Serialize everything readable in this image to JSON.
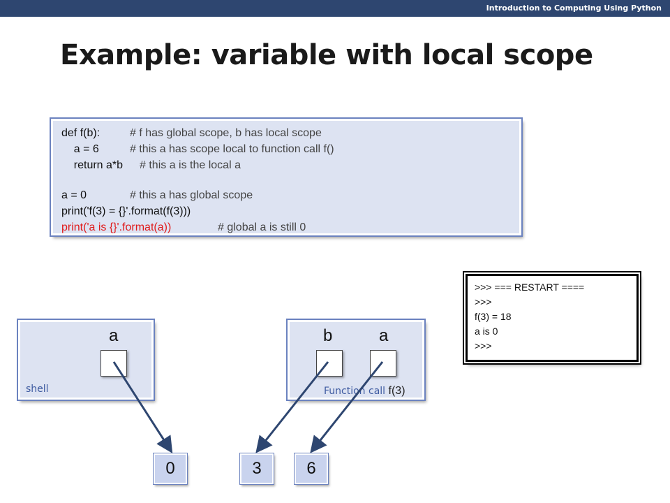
{
  "header": {
    "course": "Introduction to Computing Using Python"
  },
  "slide": {
    "title": "Example: variable with local scope"
  },
  "code": {
    "lines": [
      {
        "code": "def f(b):",
        "comment": "# f has global scope, b has local scope"
      },
      {
        "code": "    a = 6",
        "comment": "# this a has scope local to function call f()"
      },
      {
        "code": "    return a*b",
        "comment": "# this a is the local a"
      },
      {
        "code": "a = 0",
        "comment": "# this a has global scope"
      },
      {
        "code": "print('f(3) = {}'.format(f(3)))"
      },
      {
        "code": "print('a is {}'.format(a))",
        "comment": "# global a is still 0"
      }
    ],
    "highlight_color": "#e01b1b"
  },
  "shell_output": {
    "lines": [
      ">>> === RESTART ====",
      ">>>",
      "f(3) = 18",
      "a is 0",
      ">>>"
    ]
  },
  "frames": {
    "shell": {
      "label": "shell",
      "vars": [
        "a"
      ]
    },
    "call": {
      "label": "Function call",
      "label_call": "f(3)",
      "vars": [
        "b",
        "a"
      ]
    }
  },
  "objects": [
    "0",
    "3",
    "6"
  ],
  "colors": {
    "accent": "#2e4670",
    "frame_fill": "#dde3f2",
    "object_fill": "#c9d3ee",
    "arrow": "#2e4670"
  }
}
